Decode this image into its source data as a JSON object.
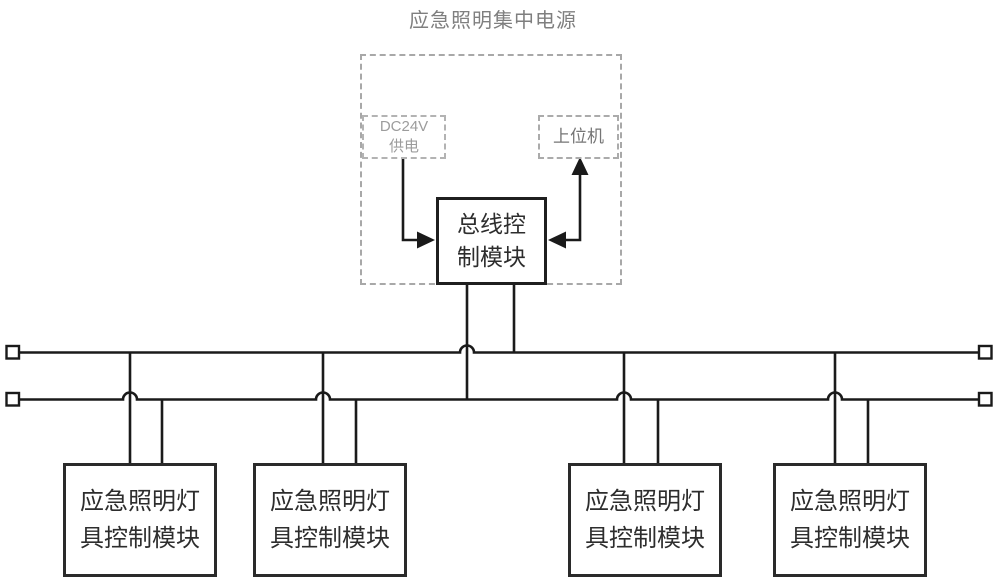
{
  "title": "应急照明集中电源",
  "diagram": {
    "power_supply": {
      "label": "DC24V 供电",
      "lines": [
        "DC24V",
        "供电"
      ]
    },
    "host_computer": {
      "label": "上位机"
    },
    "bus_control_module": {
      "label": "总线控制模块",
      "lines": [
        "总线控",
        "制模块"
      ]
    },
    "lamp_modules": [
      {
        "label": "应急照明灯具控制模块",
        "lines": [
          "应急照明灯",
          "具控制模块"
        ]
      },
      {
        "label": "应急照明灯具控制模块",
        "lines": [
          "应急照明灯",
          "具控制模块"
        ]
      },
      {
        "label": "应急照明灯具控制模块",
        "lines": [
          "应急照明灯",
          "具控制模块"
        ]
      },
      {
        "label": "应急照明灯具控制模块",
        "lines": [
          "应急照明灯",
          "具控制模块"
        ]
      }
    ],
    "colors": {
      "wire_line": "#1a1a1a",
      "solid_box_border": "#1f1f1f",
      "dashed_border": "#a8a8a8",
      "muted_label_text": "#9c9c9c",
      "host_label_text": "#757575",
      "title_text": "#7f7f7f",
      "dark_text": "#2d2d2d",
      "background": "#ffffff"
    }
  }
}
